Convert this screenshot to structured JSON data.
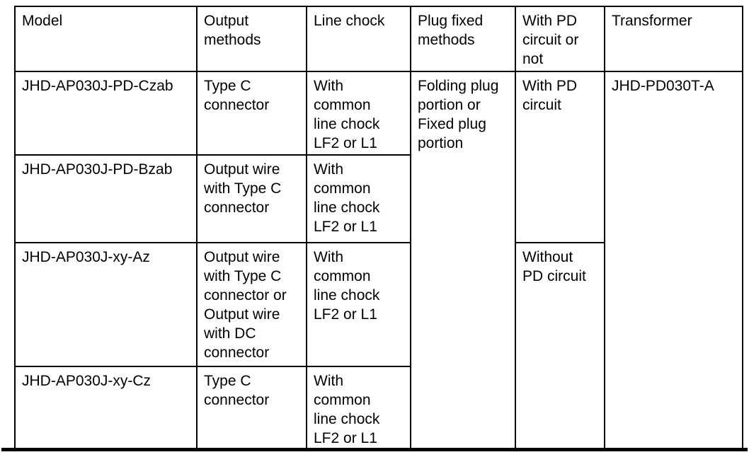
{
  "colors": {
    "background": "#ffffff",
    "border": "#000000",
    "text": "#000000"
  },
  "table": {
    "columns": [
      "Model",
      "Output\nmethods",
      "Line chock",
      "Plug fixed\nmethods",
      "With PD\ncircuit or\nnot",
      "Transformer"
    ],
    "rows": [
      {
        "model": "JHD-AP030J-PD-Czab",
        "output_method": "Type C\nconnector",
        "line_chock": "With\ncommon\nline chock\nLF2 or L1"
      },
      {
        "model": "JHD-AP030J-PD-Bzab",
        "output_method": "Output wire\nwith Type C\nconnector",
        "line_chock": "With\ncommon\nline chock\nLF2 or L1"
      },
      {
        "model": "JHD-AP030J-xy-Az",
        "output_method": "Output wire\nwith Type C\nconnector or\nOutput wire\nwith DC\nconnector",
        "line_chock": "With\ncommon\nline chock\nLF2 or L1"
      },
      {
        "model": "JHD-AP030J-xy-Cz",
        "output_method": "Type C\nconnector",
        "line_chock": "With\ncommon\nline chock\nLF2 or L1"
      }
    ],
    "merged_cells": {
      "plug_fixed_methods": "Folding plug\nportion or\nFixed plug\nportion",
      "with_pd": "With PD\ncircuit",
      "without_pd": "Without\nPD circuit",
      "transformer": "JHD-PD030T-A"
    }
  }
}
